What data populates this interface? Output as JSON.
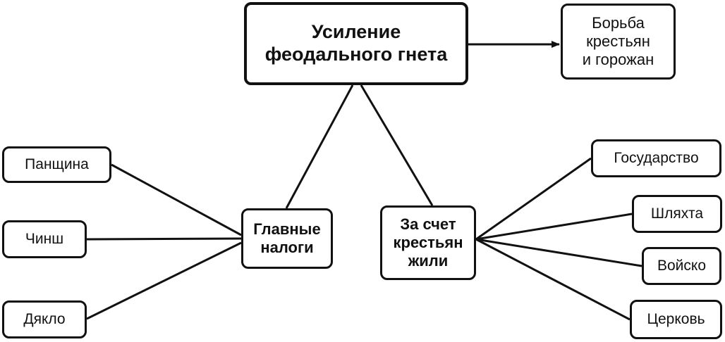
{
  "diagram": {
    "nodes": {
      "main": "Усиление\nфеодального гнета",
      "fight": "Борьба\nкрестьян\nи горожан",
      "taxes": "Главные\nналоги",
      "live": "За счет\nкрестьян\nжили",
      "panshchina": "Панщина",
      "chinsh": "Чинш",
      "dyaklo": "Дякло",
      "state": "Государство",
      "szlachta": "Шляхта",
      "army": "Войско",
      "church": "Церковь"
    },
    "edges": [
      {
        "from": "main",
        "to": "fight",
        "arrow": true
      },
      {
        "from": "main",
        "to": "taxes",
        "arrow": false
      },
      {
        "from": "main",
        "to": "live",
        "arrow": false
      },
      {
        "from": "taxes",
        "to": "panshchina",
        "arrow": false
      },
      {
        "from": "taxes",
        "to": "chinsh",
        "arrow": false
      },
      {
        "from": "taxes",
        "to": "dyaklo",
        "arrow": false
      },
      {
        "from": "live",
        "to": "state",
        "arrow": false
      },
      {
        "from": "live",
        "to": "szlachta",
        "arrow": false
      },
      {
        "from": "live",
        "to": "army",
        "arrow": false
      },
      {
        "from": "live",
        "to": "church",
        "arrow": false
      }
    ]
  }
}
